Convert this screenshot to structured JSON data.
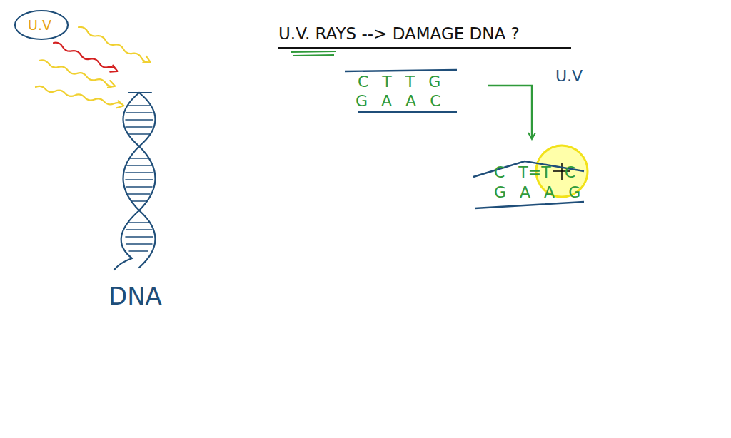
{
  "diagram": {
    "title": "U.V. RAYS --> DAMAGE DNA ?",
    "nodes": [
      {
        "text": [
          "U.V"
        ]
      },
      {
        "text": [
          "C T T G",
          "G A A C"
        ]
      },
      {
        "text": [
          "C T=T C",
          "G A A G"
        ]
      }
    ],
    "edges": [
      {
        "from": 1,
        "to": 2,
        "arrow": "to",
        "label": "U.V"
      }
    ],
    "labels": [
      "DNA"
    ]
  }
}
